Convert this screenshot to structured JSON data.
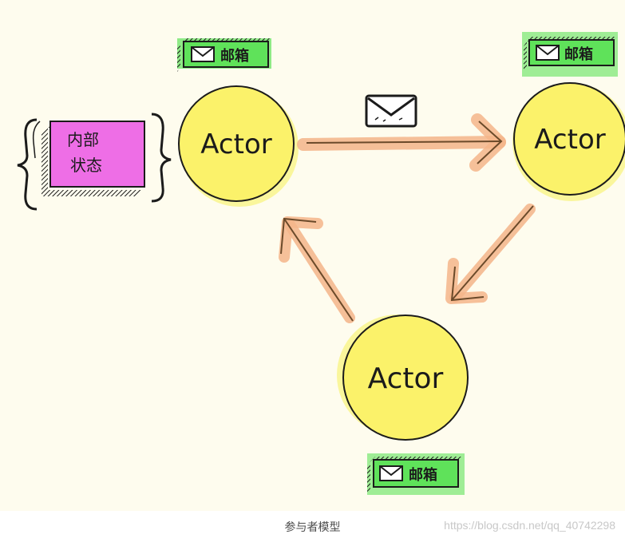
{
  "diagram": {
    "actors": [
      {
        "id": "actor-1",
        "label": "Actor",
        "mailbox_label": "邮箱"
      },
      {
        "id": "actor-2",
        "label": "Actor",
        "mailbox_label": "邮箱"
      },
      {
        "id": "actor-3",
        "label": "Actor",
        "mailbox_label": "邮箱"
      }
    ],
    "internal_state": {
      "line1": "内部",
      "line2": "状态"
    },
    "colors": {
      "background": "#fefcee",
      "actor_fill": "#fbf26a",
      "actor_glow": "#f6f05a",
      "mailbox_fill": "#5fe25a",
      "state_fill": "#ee6ee6",
      "arrow": "#f4b58a",
      "ink": "#1b1b1b"
    },
    "icons": [
      "envelope-icon",
      "arrow-icon",
      "brace-icon"
    ]
  },
  "caption": "参与者模型",
  "watermark": "https://blog.csdn.net/qq_40742298"
}
